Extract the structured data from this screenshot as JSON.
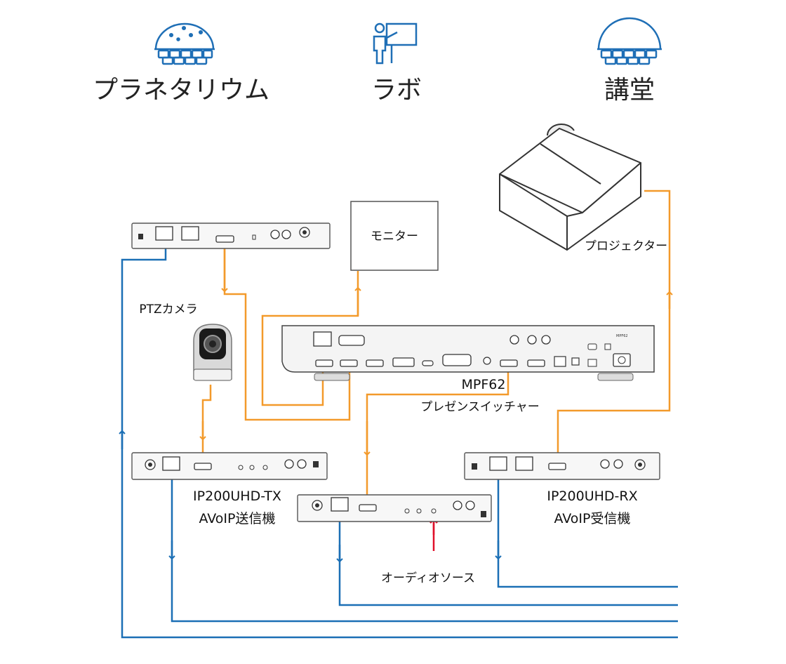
{
  "header": {
    "venues": [
      {
        "label": "プラネタリウム",
        "icon": "planetarium-dome-icon"
      },
      {
        "label": "ラボ",
        "icon": "presenter-board-icon"
      },
      {
        "label": "講堂",
        "icon": "auditorium-dome-icon"
      }
    ]
  },
  "devices": {
    "monitor": {
      "label": "モニター"
    },
    "projector": {
      "label": "プロジェクター"
    },
    "ptz_camera": {
      "label": "PTZカメラ"
    },
    "switcher": {
      "name": "MPF62",
      "description": "プレゼンスイッチャー",
      "panel_badge": "MPF62"
    },
    "tx": {
      "model": "IP200UHD-TX",
      "description": "AVoIP送信機"
    },
    "rx": {
      "model": "IP200UHD-RX",
      "description": "AVoIP受信機"
    },
    "audio_source": {
      "label": "オーディオソース"
    }
  },
  "colors": {
    "video_link": "#f39a2b",
    "network_link": "#1b6fb5",
    "audio_link": "#e0102a",
    "icon_blue": "#1f6fb6",
    "device_outline": "#555555"
  }
}
